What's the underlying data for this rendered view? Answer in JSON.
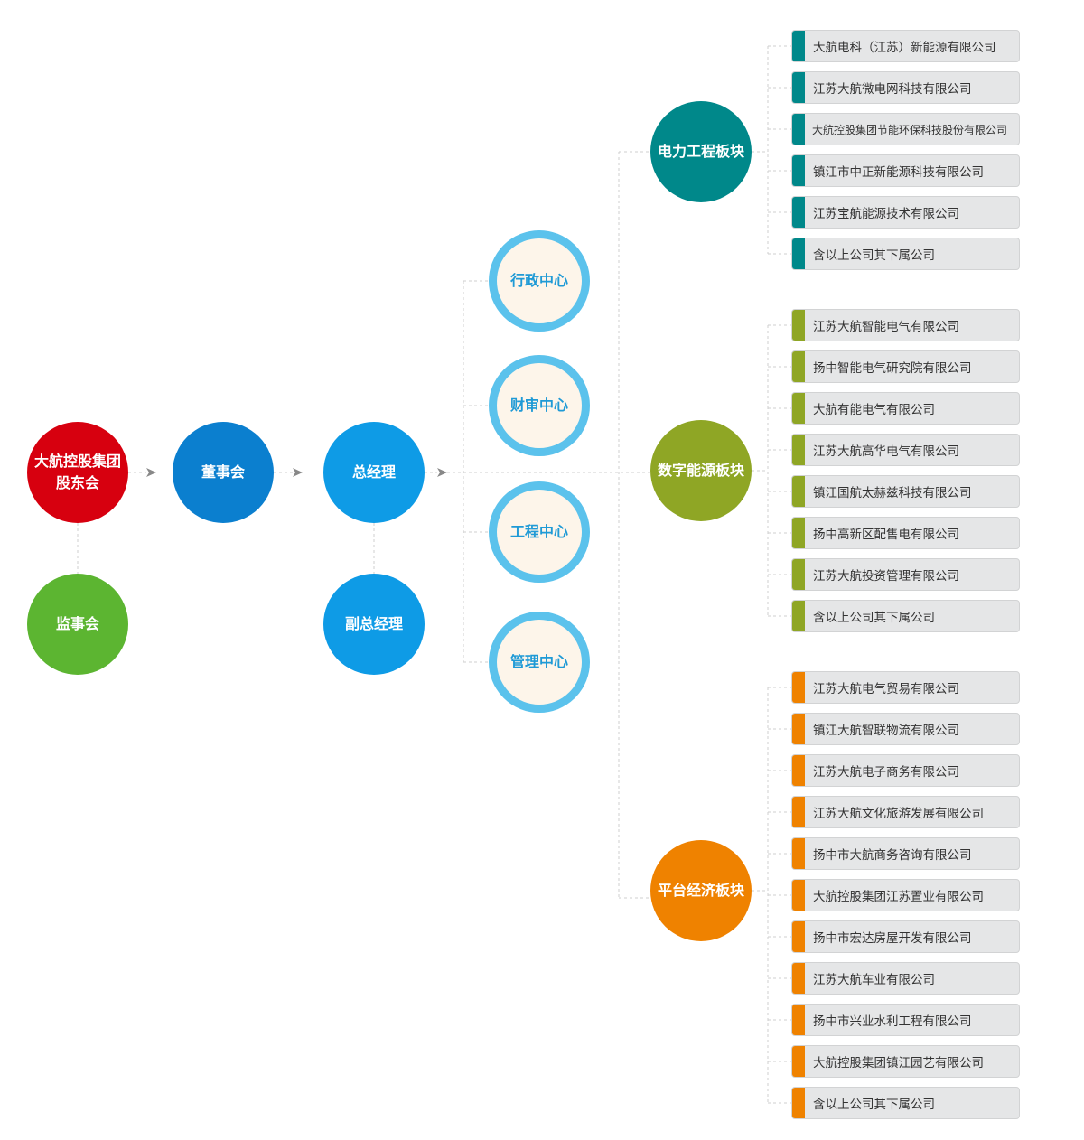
{
  "colors": {
    "shareholders": "#d7000f",
    "board": "#0b7fcf",
    "gm": "#0e9be6",
    "deputy": "#0e9be6",
    "supervisors": "#5cb531",
    "center_ring": "#5bc2ec",
    "center_fill": "#fdf5ea",
    "center_text": "#1f9ad6",
    "power": "#00888a",
    "digital": "#8fa625",
    "platform": "#ef8200",
    "connector": "#cfcfcf",
    "arrow": "#888888"
  },
  "nodes": {
    "shareholders": "大航控股集团\n股东会",
    "supervisors": "监事会",
    "board": "董事会",
    "gm": "总经理",
    "deputy": "副总经理"
  },
  "centers": [
    "行政中心",
    "财审中心",
    "工程中心",
    "管理中心"
  ],
  "sectors": [
    {
      "name": "电力工程板块",
      "color_key": "power",
      "companies": [
        "大航电科（江苏）新能源有限公司",
        "江苏大航微电网科技有限公司",
        "大航控股集团节能环保科技股份有限公司",
        "镇江市中正新能源科技有限公司",
        "江苏宝航能源技术有限公司",
        "含以上公司其下属公司"
      ]
    },
    {
      "name": "数字能源板块",
      "color_key": "digital",
      "companies": [
        "江苏大航智能电气有限公司",
        "扬中智能电气研究院有限公司",
        "大航有能电气有限公司",
        "江苏大航高华电气有限公司",
        "镇江国航太赫兹科技有限公司",
        "扬中高新区配售电有限公司",
        "江苏大航投资管理有限公司",
        "含以上公司其下属公司"
      ]
    },
    {
      "name": "平台经济板块",
      "color_key": "platform",
      "companies": [
        "江苏大航电气贸易有限公司",
        "镇江大航智联物流有限公司",
        "江苏大航电子商务有限公司",
        "江苏大航文化旅游发展有限公司",
        "扬中市大航商务咨询有限公司",
        "大航控股集团江苏置业有限公司",
        "扬中市宏达房屋开发有限公司",
        "江苏大航车业有限公司",
        "扬中市兴业水利工程有限公司",
        "大航控股集团镇江园艺有限公司",
        "含以上公司其下属公司"
      ]
    }
  ]
}
